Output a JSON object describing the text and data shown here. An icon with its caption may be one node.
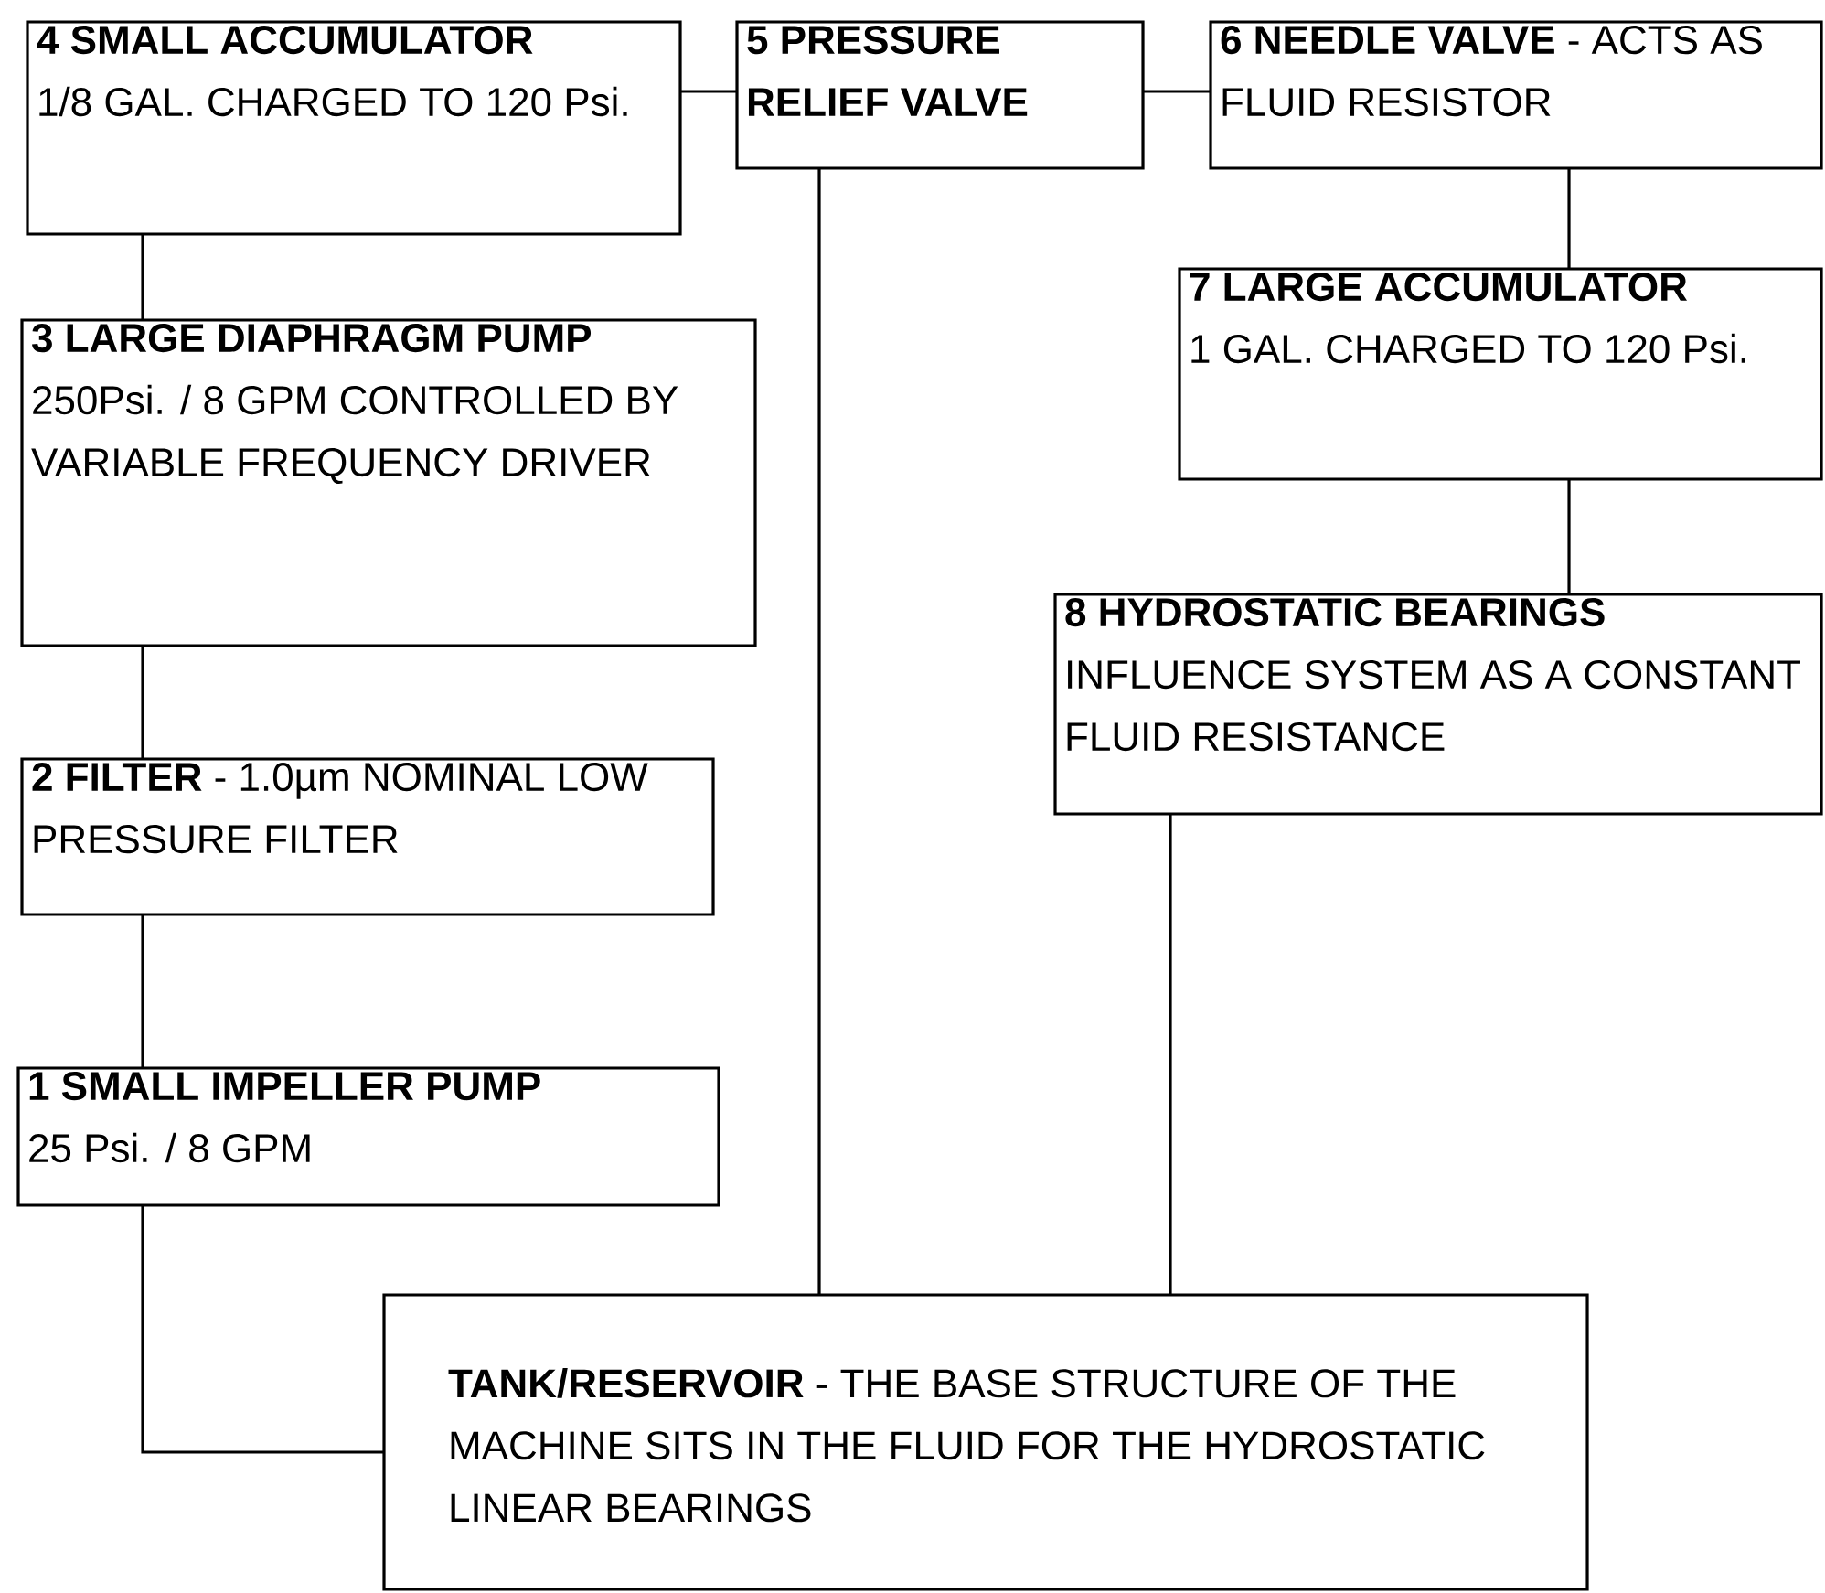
{
  "diagram": {
    "nodes": [
      {
        "text": [
          "4 SMALL ACCUMULATOR",
          "1/8 GAL. CHARGED TO 120 Psi."
        ]
      },
      {
        "text": [
          "5 PRESSURE RELIEF VALVE"
        ]
      },
      {
        "text": [
          "6 NEEDLE VALVE",
          "- ACTS AS FLUID RESISTOR"
        ]
      },
      {
        "text": [
          "7 LARGE ACCUMULATOR",
          "1 GAL. CHARGED TO 120 Psi."
        ]
      },
      {
        "text": [
          "3 LARGE DIAPHRAGM PUMP",
          "250Psi. / 8 GPM CONTROLLED BY VARIABLE FREQUENCY DRIVER"
        ]
      },
      {
        "text": [
          "8 HYDROSTATIC BEARINGS",
          "INFLUENCE SYSTEM AS A CONSTANT FLUID RESISTANCE"
        ]
      },
      {
        "text": [
          "2 FILTER",
          "- 1.0µm NOMINAL LOW PRESSURE FILTER"
        ]
      },
      {
        "text": [
          "1 SMALL IMPELLER PUMP",
          "25 Psi. / 8 GPM"
        ]
      },
      {
        "text": [
          "TANK/RESERVOIR",
          "- THE BASE STRUCTURE OF THE MACHINE SITS IN THE FLUID FOR THE HYDROSTATIC LINEAR BEARINGS"
        ]
      }
    ],
    "edges": [
      {
        "from": 0,
        "to": 1,
        "arrow": "none"
      },
      {
        "from": 1,
        "to": 2,
        "arrow": "none"
      },
      {
        "from": 0,
        "to": 4,
        "arrow": "none"
      },
      {
        "from": 4,
        "to": 6,
        "arrow": "none"
      },
      {
        "from": 6,
        "to": 7,
        "arrow": "none"
      },
      {
        "from": 7,
        "to": 8,
        "arrow": "none"
      },
      {
        "from": 1,
        "to": 8,
        "arrow": "none"
      },
      {
        "from": 2,
        "to": 3,
        "arrow": "none"
      },
      {
        "from": 3,
        "to": 5,
        "arrow": "none"
      },
      {
        "from": 5,
        "to": 8,
        "arrow": "none"
      }
    ]
  }
}
